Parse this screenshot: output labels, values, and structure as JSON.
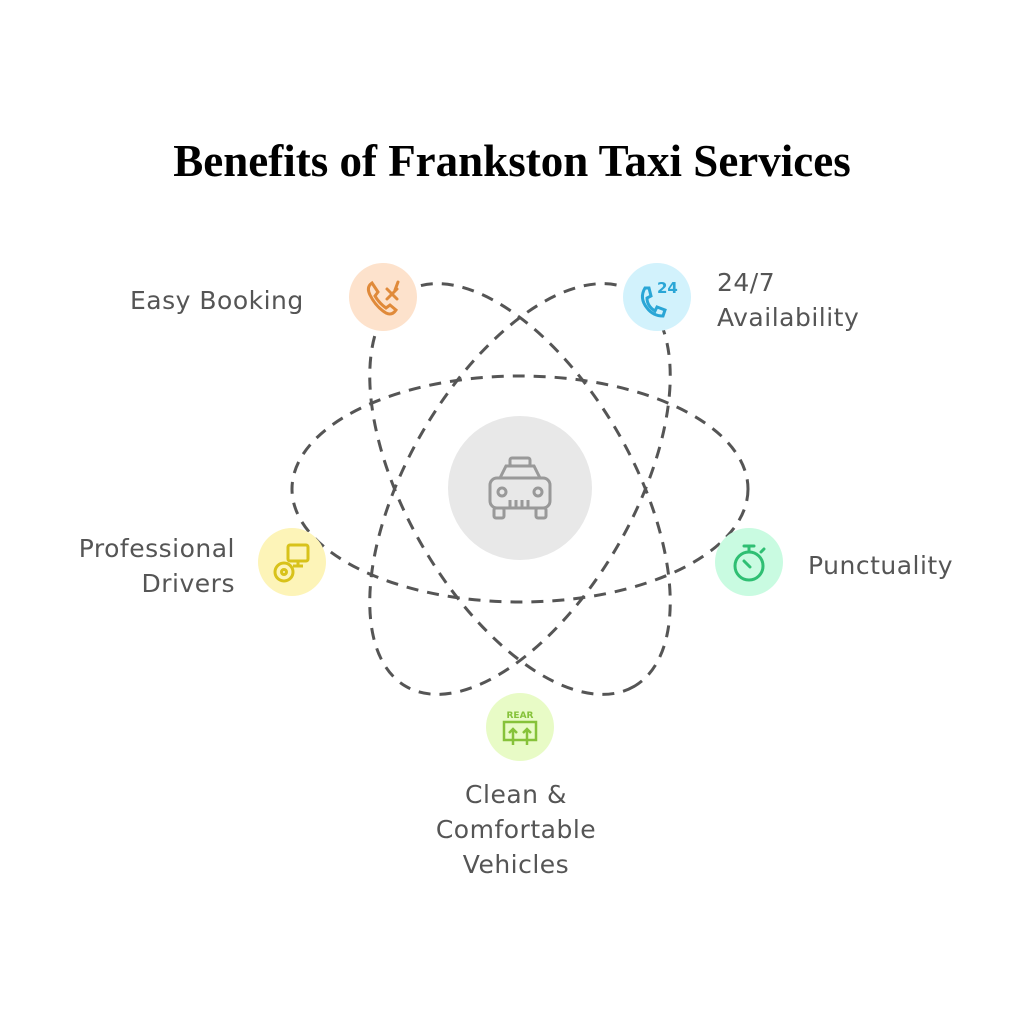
{
  "title": "Benefits of Frankston Taxi Services",
  "center": {
    "icon": "taxi-icon"
  },
  "benefits": [
    {
      "label": "Easy Booking",
      "icon": "phone-booking-icon",
      "bg": "#fde2cc",
      "fg": "#e08a3a"
    },
    {
      "label": "24/7 Availability",
      "line1": "24/7",
      "line2": "Availability",
      "icon": "phone-24-icon",
      "bg": "#d2f2fc",
      "fg": "#2aa6d6"
    },
    {
      "label": "Professional Drivers",
      "line1": "Professional",
      "line2": "Drivers",
      "icon": "steering-wheel-icon",
      "bg": "#fdf4b8",
      "fg": "#d8c21a"
    },
    {
      "label": "Punctuality",
      "icon": "stopwatch-icon",
      "bg": "#c9fbe1",
      "fg": "#2fbf73"
    },
    {
      "label": "Clean & Comfortable Vehicles",
      "line1": "Clean &",
      "line2": "Comfortable",
      "line3": "Vehicles",
      "icon": "rear-defrost-icon",
      "icon_text": "REAR",
      "bg": "#e8fbc6",
      "fg": "#86c23a"
    }
  ]
}
